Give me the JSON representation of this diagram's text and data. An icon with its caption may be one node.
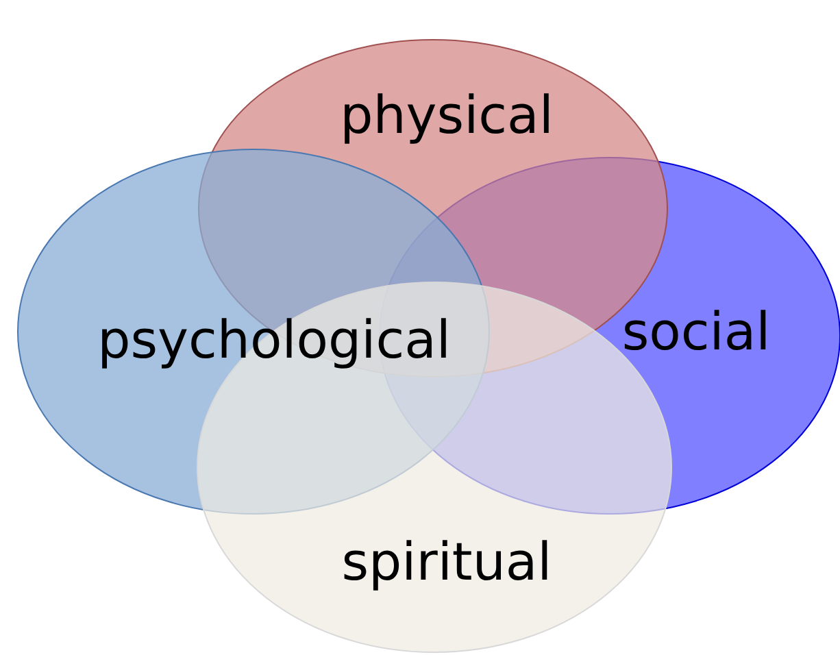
{
  "diagram": {
    "nodes": [
      {
        "text": [
          "physical"
        ]
      },
      {
        "text": [
          "psychological"
        ]
      },
      {
        "text": [
          "social"
        ]
      },
      {
        "text": [
          "spiritual"
        ]
      }
    ],
    "edges": []
  }
}
